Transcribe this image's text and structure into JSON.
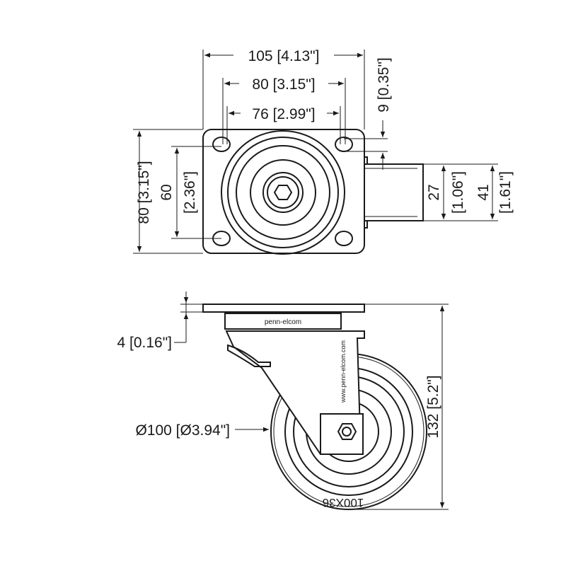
{
  "top_view": {
    "dim_width_plate": "105 [4.13\"]",
    "dim_bolt_x_outer": "80 [3.15\"]",
    "dim_bolt_x_inner": "76 [2.99\"]",
    "dim_hole_offset": "9 [0.35\"]",
    "dim_height_plate": "80 [3.15\"]",
    "dim_bolt_y_mm": "60",
    "dim_bolt_y_in": "[2.36\"]",
    "dim_wheel_width_mm": "27",
    "dim_wheel_width_in": "[1.06\"]",
    "dim_fork_width_mm": "41",
    "dim_fork_width_in": "[1.61\"]"
  },
  "side_view": {
    "dim_plate_thickness": "4 [0.16\"]",
    "dim_wheel_diameter": "Ø100 [Ø3.94\"]",
    "dim_total_height": "132 [5.2\"]",
    "brand_logo": "penn-elcom",
    "website": "www.penn-elcom.com",
    "wheel_marking": "100X36"
  }
}
